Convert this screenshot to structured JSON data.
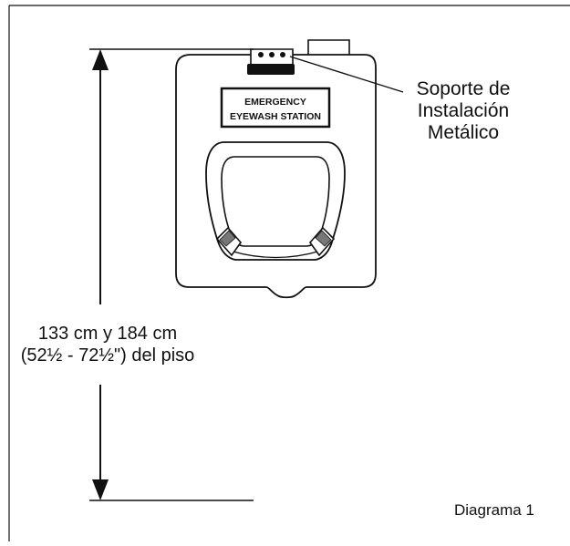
{
  "sign": {
    "line1": "EMERGENCY",
    "line2": "EYEWASH STATION"
  },
  "callout": {
    "line1": "Soporte de",
    "line2": "Instalación",
    "line3": "Metálico"
  },
  "dimension": {
    "line1": "133 cm y 184 cm",
    "line2": "(52½ - 72½\") del piso"
  },
  "caption": "Diagrama 1"
}
